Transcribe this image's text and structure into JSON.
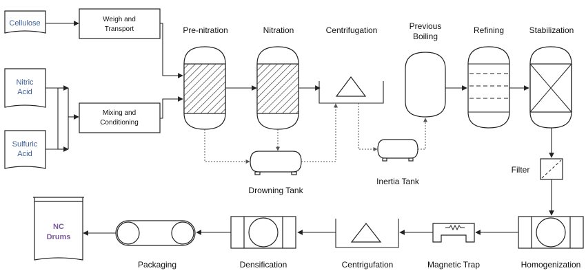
{
  "raw_materials": {
    "cellulose": "Cellulose",
    "nitric_1": "Nitric",
    "nitric_2": "Acid",
    "sulfuric_1": "Sulfuric",
    "sulfuric_2": "Acid"
  },
  "boxes": {
    "weigh_1": "Weigh and",
    "weigh_2": "Transport",
    "mixing_1": "Mixing and",
    "mixing_2": "Conditioning"
  },
  "steps": {
    "pre_nitration": "Pre-nitration",
    "nitration": "Nitration",
    "centrifugation": "Centrifugation",
    "previous_1": "Previous",
    "previous_2": "Boiling",
    "refining": "Refining",
    "stabilization": "Stabilization",
    "drowning_tank": "Drowning Tank",
    "inertia_tank": "Inertia Tank",
    "filter": "Filter",
    "homogenization": "Homogenization",
    "magnetic_trap": "Magnetic Trap",
    "centrigufation": "Centrigufation",
    "densification": "Densification",
    "packaging": "Packaging",
    "nc_1": "NC",
    "nc_2": "Drums"
  },
  "colors": {
    "raw_material_text": "#3a5f9a",
    "product_text": "#7a5a9a",
    "line": "#222222"
  }
}
